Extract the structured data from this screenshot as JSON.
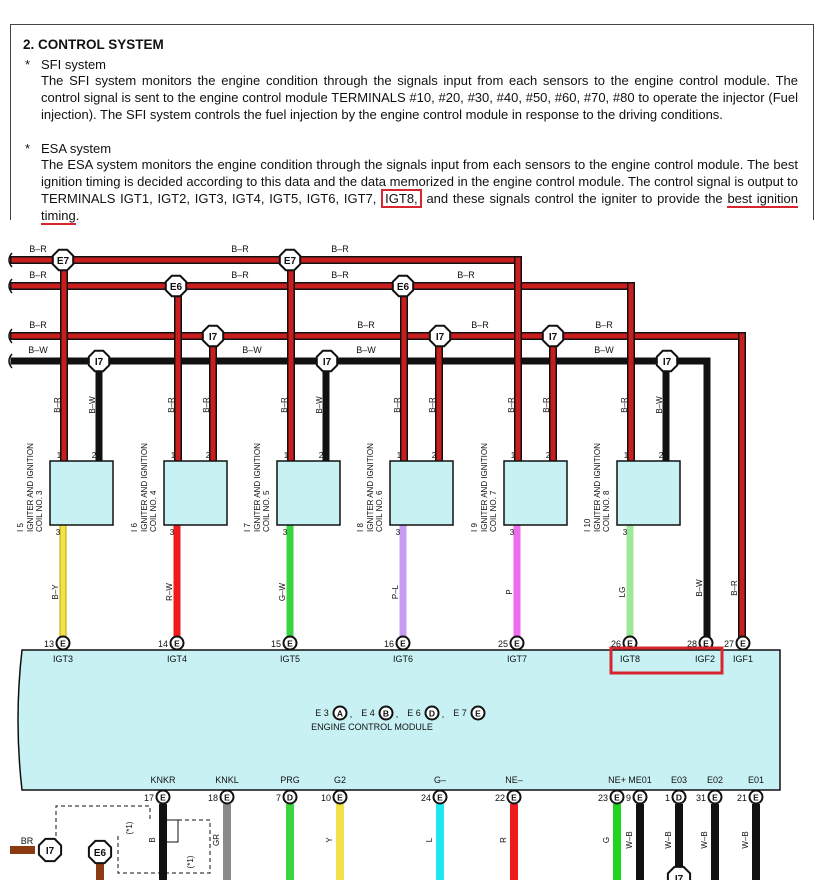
{
  "section": {
    "heading": "2.  CONTROL SYSTEM",
    "sfi": {
      "bullet": "*",
      "title": "SFI system",
      "body": "The SFI system monitors the engine condition through the signals input from each sensors to the engine control module. The control signal is sent to the engine control module TERMINALS #10, #20, #30, #40, #50, #60, #70, #80 to operate the injector (Fuel injection). The SFI system controls the fuel injection by the engine control module in response to the driving conditions."
    },
    "esa": {
      "bullet": "*",
      "title": "ESA system",
      "body_before": "The ESA system monitors the engine condition through the signals input from each sensors to the engine control module. The best ignition timing is decided according to this data and the data memorized in the engine control module. The control signal is output to TERMINALS IGT1, IGT2, IGT3, IGT4, IGT5, IGT6, IGT7,",
      "highlight_terminal": "IGT8,",
      "body_middle": " and these signals control the igniter to provide the ",
      "highlight_phrase": "best ignition timing",
      "body_end": "."
    }
  },
  "diagram": {
    "colors": {
      "br_wire": "#c81e1e",
      "bw_wire": "#111111",
      "module_fill": "#c8f1f4",
      "highlight": "#d7262f"
    },
    "bus_labels": {
      "br": "B–R",
      "bw": "B–W"
    },
    "junction_labels": {
      "e7": "E7",
      "e6": "E6",
      "i7": "I7"
    },
    "coils": [
      {
        "designator": "I 5",
        "line1": "IGNITER AND IGNITION",
        "line2": "COIL NO. 3",
        "pin1": "1",
        "pin2": "2",
        "pin3": "3",
        "wire1": "B–R",
        "wire2": "B–W",
        "signal_wire": "B–Y",
        "signal_color": "#f2e24a",
        "signal_border": "#b8a800"
      },
      {
        "designator": "I 6",
        "line1": "IGNITER AND IGNITION",
        "line2": "COIL NO. 4",
        "pin1": "1",
        "pin2": "2",
        "pin3": "3",
        "wire1": "B–R",
        "wire2": "B–R",
        "signal_wire": "R–W",
        "signal_color": "#ee1c1c",
        "signal_border": "#ee1c1c"
      },
      {
        "designator": "I 7",
        "line1": "IGNITER AND IGNITION",
        "line2": "COIL NO. 5",
        "pin1": "1",
        "pin2": "2",
        "pin3": "3",
        "wire1": "B–R",
        "wire2": "B–W",
        "signal_wire": "G–W",
        "signal_color": "#39d43f",
        "signal_border": "#39d43f"
      },
      {
        "designator": "I 8",
        "line1": "IGNITER AND IGNITION",
        "line2": "COIL NO. 6",
        "pin1": "1",
        "pin2": "2",
        "pin3": "3",
        "wire1": "B–R",
        "wire2": "B–R",
        "signal_wire": "P–L",
        "signal_color": "#c59cf0",
        "signal_border": "#c59cf0"
      },
      {
        "designator": "I 9",
        "line1": "IGNITER AND IGNITION",
        "line2": "COIL NO. 7",
        "pin1": "1",
        "pin2": "2",
        "pin3": "3",
        "wire1": "B–R",
        "wire2": "B–R",
        "signal_wire": "P",
        "signal_color": "#ee6bee",
        "signal_border": "#ee6bee"
      },
      {
        "designator": "I 10",
        "line1": "IGNITER AND IGNITION",
        "line2": "COIL NO. 8",
        "pin1": "1",
        "pin2": "2",
        "pin3": "3",
        "wire1": "B–R",
        "wire2": "B–W",
        "signal_wire": "LG",
        "signal_color": "#9ee89a",
        "signal_border": "#9ee89a"
      }
    ],
    "top_pins": [
      {
        "num": "13",
        "letter": "E",
        "name": "IGT3"
      },
      {
        "num": "14",
        "letter": "E",
        "name": "IGT4"
      },
      {
        "num": "15",
        "letter": "E",
        "name": "IGT5"
      },
      {
        "num": "16",
        "letter": "E",
        "name": "IGT6"
      },
      {
        "num": "25",
        "letter": "E",
        "name": "IGT7"
      },
      {
        "num": "26",
        "letter": "E",
        "name": "IGT8"
      },
      {
        "num": "28",
        "letter": "E",
        "name": "IGF2"
      },
      {
        "num": "27",
        "letter": "E",
        "name": "IGF1"
      }
    ],
    "extra_wires": {
      "igf2": "B–W",
      "igf1": "B–R"
    },
    "module": {
      "connectors": [
        {
          "name": "E 3",
          "letter": "A"
        },
        {
          "name": "E 4",
          "letter": "B"
        },
        {
          "name": "E 6",
          "letter": "D"
        },
        {
          "name": "E 7",
          "letter": "E"
        }
      ],
      "separator": ",",
      "title": "ENGINE CONTROL MODULE"
    },
    "bottom_pins": [
      {
        "name": "KNKR",
        "num": "17",
        "letter": "E",
        "wire": "B",
        "color": "#111111"
      },
      {
        "name": "KNKL",
        "num": "18",
        "letter": "E",
        "wire": "GR",
        "color": "#8a8a8a"
      },
      {
        "name": "PRG",
        "num": "7",
        "letter": "D",
        "wire": "",
        "color": "#39d43f"
      },
      {
        "name": "G2",
        "num": "10",
        "letter": "E",
        "wire": "Y",
        "color": "#f2e24a"
      },
      {
        "name": "G–",
        "num": "24",
        "letter": "E",
        "wire": "L",
        "color": "#22e6f0"
      },
      {
        "name": "NE–",
        "num": "22",
        "letter": "E",
        "wire": "R",
        "color": "#ee1c1c"
      },
      {
        "name": "NE+",
        "num": "23",
        "letter": "E",
        "wire": "G",
        "color": "#1ed41e"
      },
      {
        "name": "ME01",
        "num": "9",
        "letter": "E",
        "wire": "W–B",
        "color": "#111111"
      },
      {
        "name": "E03",
        "num": "1",
        "letter": "D",
        "wire": "W–B",
        "color": "#111111"
      },
      {
        "name": "E02",
        "num": "31",
        "letter": "E",
        "wire": "W–B",
        "color": "#111111"
      },
      {
        "name": "E01",
        "num": "21",
        "letter": "E",
        "wire": "W–B",
        "color": "#111111"
      }
    ],
    "bottom_left": {
      "wire": "BR",
      "j1": "I7",
      "j2": "E6",
      "note1": "(*1)",
      "note2": "(*1)",
      "bottom_junction": "I7"
    }
  }
}
